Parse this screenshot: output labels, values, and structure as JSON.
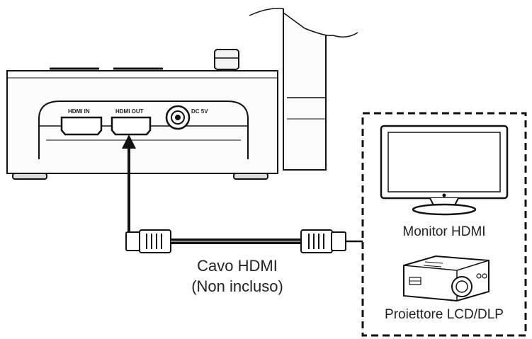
{
  "device": {
    "ports": {
      "hdmi_in": "HDMI IN",
      "hdmi_out": "HDMI OUT",
      "dc": "DC 5V"
    }
  },
  "cable": {
    "name": "Cavo HDMI",
    "note": "(Non incluso)"
  },
  "outputs": {
    "monitor": "Monitor HDMI",
    "projector": "Proiettore LCD/DLP"
  }
}
